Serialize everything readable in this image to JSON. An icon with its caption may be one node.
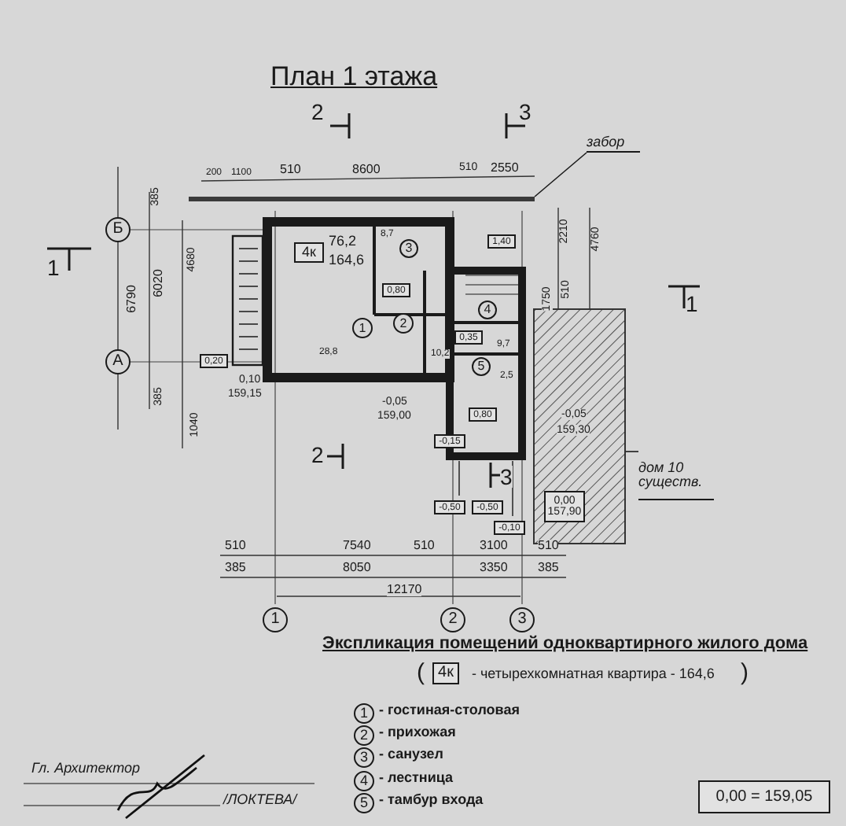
{
  "diagram": {
    "title": "План 1 этажа",
    "nodes": [
      {
        "text": [
          "забор"
        ]
      },
      {
        "text": [],
        "shape": "bar"
      },
      {
        "text": [
          "дом 10",
          "существ."
        ]
      },
      {
        "text": [],
        "shape": "box"
      },
      {
        "text": [
          "Б"
        ]
      },
      {
        "text": [
          "А"
        ]
      },
      {
        "text": [
          "1"
        ]
      },
      {
        "text": [
          "2"
        ]
      },
      {
        "text": [
          "3"
        ]
      },
      {
        "text": [
          "4к"
        ]
      },
      {
        "text": [
          "3"
        ]
      },
      {
        "text": [
          "1,40"
        ]
      },
      {
        "text": [
          "0,80"
        ]
      },
      {
        "text": [
          "1"
        ]
      },
      {
        "text": [
          "2"
        ]
      },
      {
        "text": [
          "4"
        ]
      },
      {
        "text": [
          "0,35"
        ]
      },
      {
        "text": [
          "5"
        ]
      },
      {
        "text": [
          "0,80"
        ]
      },
      {
        "text": [
          "-0,15"
        ]
      },
      {
        "text": [
          "0,20"
        ]
      },
      {
        "text": [
          "-0,50"
        ]
      },
      {
        "text": [
          "-0,50"
        ]
      },
      {
        "text": [
          "-0,10"
        ]
      },
      {
        "text": [
          "0,00",
          "157,90"
        ],
        "in": 3
      },
      {
        "text": [
          "4к"
        ]
      },
      {
        "text": [
          "1"
        ]
      },
      {
        "text": [
          "2"
        ]
      },
      {
        "text": [
          "3"
        ]
      },
      {
        "text": [
          "4"
        ]
      },
      {
        "text": [
          "5"
        ]
      },
      {
        "text": [
          "0,00 = 159,05"
        ]
      }
    ],
    "edges": [
      {
        "from": 0,
        "to": 1,
        "arrow": "none"
      },
      {
        "from": 2,
        "to": 3,
        "arrow": "none"
      }
    ],
    "labels": [
      "2",
      "3",
      "1",
      "1",
      "2",
      "3",
      "200",
      "1100",
      "510",
      "8600",
      "510",
      "2550",
      "385",
      "6790",
      "6020",
      "4680",
      "385",
      "1040",
      "510",
      "2210",
      "4760",
      "1750",
      "76,2",
      "164,6",
      "8,7",
      "28,8",
      "10,2",
      "9,7",
      "2,5",
      "0,10",
      "159,15",
      "-0,05",
      "159,00",
      "-0,05",
      "159,30",
      "510",
      "7540",
      "510",
      "3100",
      "510",
      "385",
      "8050",
      "3350",
      "385",
      "12170",
      "Экспликация помещений одноквартирного жилого дома",
      "(",
      "- четырехкомнатная квартира - 164,6",
      ")",
      "- гостиная-столовая",
      "- прихожая",
      "- санузел",
      "- лестница",
      "- тамбур входа",
      "Гл. Архитектор",
      "/ЛОКТЕВА/"
    ]
  }
}
